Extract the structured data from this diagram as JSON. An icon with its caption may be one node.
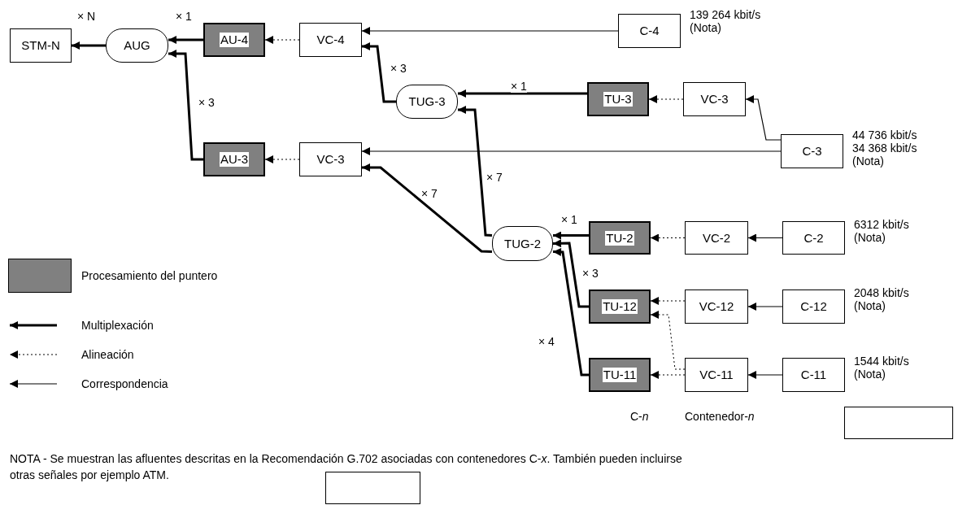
{
  "diagram": {
    "nodes": [
      {
        "text": [
          "STM-N"
        ]
      },
      {
        "text": [
          "AUG"
        ]
      },
      {
        "text": [
          "AU-4"
        ]
      },
      {
        "text": [
          "VC-4"
        ]
      },
      {
        "text": [
          "C-4"
        ],
        "beside": [
          "139 264 kbit/s",
          "(Nota)"
        ]
      },
      {
        "text": [
          "TUG-3"
        ]
      },
      {
        "text": [
          "TU-3"
        ]
      },
      {
        "text": [
          "VC-3"
        ]
      },
      {
        "text": [
          "C-3"
        ],
        "beside": [
          "44 736 kbit/s",
          "34 368 kbit/s",
          "(Nota)"
        ]
      },
      {
        "text": [
          "AU-3"
        ]
      },
      {
        "text": [
          "VC-3"
        ]
      },
      {
        "text": [
          "TUG-2"
        ]
      },
      {
        "text": [
          "TU-2"
        ]
      },
      {
        "text": [
          "VC-2"
        ]
      },
      {
        "text": [
          "C-2"
        ],
        "beside": [
          "6312 kbit/s",
          "(Nota)"
        ]
      },
      {
        "text": [
          "TU-12"
        ]
      },
      {
        "text": [
          "VC-12"
        ]
      },
      {
        "text": [
          "C-12"
        ],
        "beside": [
          "2048 kbit/s",
          "(Nota)"
        ]
      },
      {
        "text": [
          "TU-11"
        ]
      },
      {
        "text": [
          "VC-11"
        ]
      },
      {
        "text": [
          "C-11"
        ],
        "beside": [
          "1544 kbit/s",
          "(Nota)"
        ]
      },
      {
        "text": [],
        "shape": "box"
      },
      {
        "text": [],
        "shape": "box"
      }
    ],
    "edges": [
      {
        "from": 1,
        "to": 0,
        "arrow": "to",
        "label": "× N",
        "style": "thick"
      },
      {
        "from": 2,
        "to": 1,
        "arrow": "to",
        "label": "× 1",
        "style": "thick"
      },
      {
        "from": 9,
        "to": 1,
        "arrow": "to",
        "label": "× 3",
        "style": "thick"
      },
      {
        "from": 3,
        "to": 2,
        "arrow": "to",
        "style": "dashed"
      },
      {
        "from": 10,
        "to": 9,
        "arrow": "to",
        "style": "dashed"
      },
      {
        "from": 4,
        "to": 3,
        "arrow": "to"
      },
      {
        "from": 5,
        "to": 3,
        "arrow": "to",
        "label": "× 3",
        "style": "thick"
      },
      {
        "from": 6,
        "to": 5,
        "arrow": "to",
        "label": "× 1",
        "style": "thick"
      },
      {
        "from": 7,
        "to": 6,
        "arrow": "to",
        "style": "dashed"
      },
      {
        "from": 8,
        "to": 7,
        "arrow": "to"
      },
      {
        "from": 8,
        "to": 10,
        "arrow": "to"
      },
      {
        "from": 11,
        "to": 5,
        "arrow": "to",
        "label": "× 7",
        "style": "thick"
      },
      {
        "from": 11,
        "to": 10,
        "arrow": "to",
        "label": "× 7",
        "style": "thick"
      },
      {
        "from": 12,
        "to": 11,
        "arrow": "to",
        "label": "× 1",
        "style": "thick"
      },
      {
        "from": 13,
        "to": 12,
        "arrow": "to",
        "style": "dashed"
      },
      {
        "from": 14,
        "to": 13,
        "arrow": "to"
      },
      {
        "from": 15,
        "to": 11,
        "arrow": "to",
        "label": "× 3",
        "style": "thick"
      },
      {
        "from": 18,
        "to": 11,
        "arrow": "to",
        "label": "× 4",
        "style": "thick"
      },
      {
        "from": 16,
        "to": 15,
        "arrow": "to",
        "style": "dashed"
      },
      {
        "from": 19,
        "to": 15,
        "arrow": "to",
        "style": "dashed"
      },
      {
        "from": 19,
        "to": 18,
        "arrow": "to",
        "style": "dashed"
      },
      {
        "from": 17,
        "to": 16,
        "arrow": "to"
      },
      {
        "from": 20,
        "to": 19,
        "arrow": "to"
      }
    ],
    "labels": [
      "C-*n*",
      "Contenedor-*n*",
      "NOTA - Se muestran las afluentes descritas en la Recomendación G.702 asociadas con contenedores C-*x*. También pueden incluirse otras señales por ejemplo ATM."
    ],
    "legend": [
      {
        "text": "Procesamiento del puntero",
        "color": "#808080"
      },
      {
        "text": "Multiplexación"
      },
      {
        "text": "Alineación"
      },
      {
        "text": "Correspondencia"
      }
    ]
  }
}
